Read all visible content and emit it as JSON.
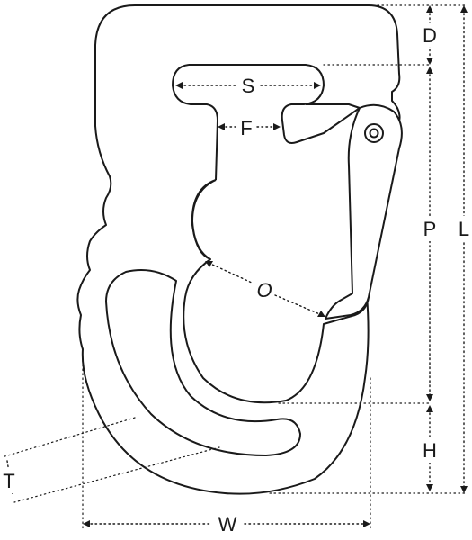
{
  "labels": {
    "D": "D",
    "S": "S",
    "F": "F",
    "P": "P",
    "L": "L",
    "O": "O",
    "H": "H",
    "T": "T",
    "W": "W"
  }
}
